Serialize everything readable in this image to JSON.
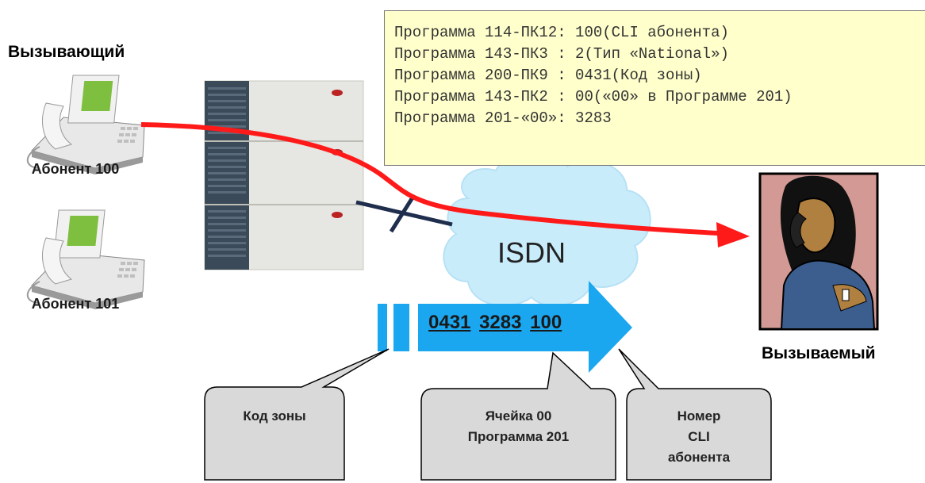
{
  "caller": {
    "title": "Вызывающий",
    "phone1_label": "Абонент 100",
    "phone2_label": "Абонент 101"
  },
  "callee": {
    "title": "Вызываемый"
  },
  "network": {
    "label": "ISDN"
  },
  "config": {
    "lines": [
      "Программа 114-ПК12: 100(CLI абонента)",
      "Программа 143-ПК3 : 2(Тип «National»)",
      "Программа 200-ПК9 : 0431(Код зоны)",
      "Программа 143-ПК2 : 00(«00» в Программе 201)",
      "Программа 201-«00»: 3283"
    ]
  },
  "number": {
    "part1": "0431",
    "part2": "3283",
    "part3": "100"
  },
  "callouts": {
    "zone": "Код зоны",
    "cell_line1": "Ячейка 00",
    "cell_line2": "Программа 201",
    "cli_line1": "Номер",
    "cli_line2": "CLI",
    "cli_line3": "абонента"
  },
  "colors": {
    "call_path": "#ff1a1a",
    "arrow": "#1aa7f0",
    "cloud": "#c9ecfb",
    "config_bg": "#ffffcc",
    "bubble": "#d9d9d9",
    "blocked_line": "#1f2e4d"
  }
}
